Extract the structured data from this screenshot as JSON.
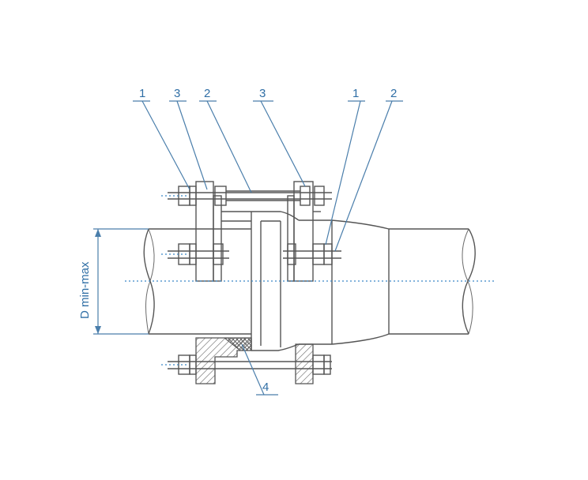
{
  "labels": {
    "l1_left": "1",
    "l3_left": "3",
    "l2_left": "2",
    "l3_right": "3",
    "l1_right": "1",
    "l2_right": "2",
    "l4": "4"
  },
  "dimension": {
    "text": "D min-max"
  },
  "colors": {
    "leader": "#4a7eab",
    "label": "#2f6ea5",
    "axis": "#3b86c6",
    "outline": "#555555"
  }
}
